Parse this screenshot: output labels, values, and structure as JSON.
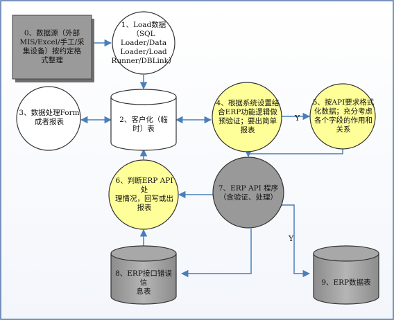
{
  "nodes": {
    "source": {
      "label": "0、数据源（外部\nMIS/Excel/手工/采\n集设备）按约定格\n式整理",
      "fill": "#999999"
    },
    "load": {
      "label": "1、Load数据\n（SQL Loader/Data\nLoader/Load\nRunner/DBLink）",
      "fill": "#ffffff"
    },
    "staging": {
      "label": "2、客户化（临\n时）表",
      "fill": "#ffffff"
    },
    "form_report": {
      "label": "3、数据处理Form\n成者报表",
      "fill": "#ffffff"
    },
    "validate": {
      "label": "4、根据系统设置结\n合ERP功能逻辑做\n预验证；要出简单\n报表",
      "fill": "#ffff99"
    },
    "format": {
      "label": "5、按API要求格式\n化数据；充分考虑\n各个字段的作用和\n关系",
      "fill": "#ffff99"
    },
    "judge": {
      "label": "6、判断ERP API处\n理情况，回写或出\n报表",
      "fill": "#ffff99"
    },
    "api_program": {
      "label": "7、ERP API 程序\n（含验证、处理）",
      "fill": "#999999"
    },
    "error_table": {
      "label": "8、ERP接口错误信\n息表",
      "fill": "#999999"
    },
    "erp_table": {
      "label": "9、ERP数据表",
      "fill": "#999999"
    }
  },
  "edge_labels": {
    "validate_to_format": "Y",
    "api_to_erp": "Y"
  },
  "colors": {
    "arrow": "#4a7ebb",
    "stroke": "#333333",
    "frame": "#4a6fa5"
  }
}
